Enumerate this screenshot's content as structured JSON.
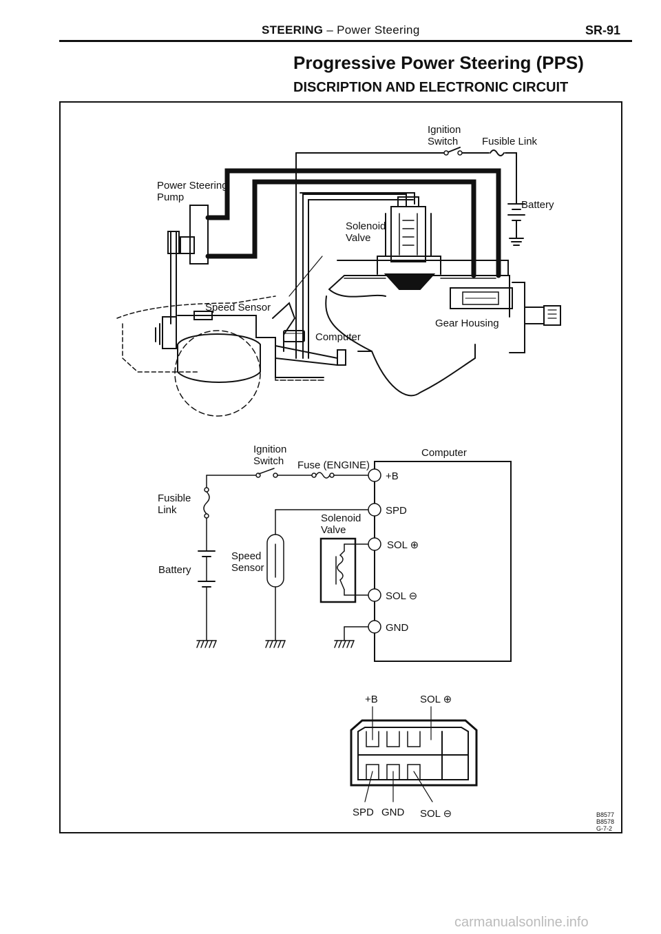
{
  "header": {
    "section": "STEERING",
    "separator": "–",
    "subsection": "Power Steering",
    "page_number": "SR-91"
  },
  "title": "Progressive Power Steering (PPS)",
  "subtitle": "DISCRIPTION AND ELECTRONIC CIRCUIT",
  "illustration": {
    "labels": {
      "ignition_switch": "Ignition\nSwitch",
      "ignition_line1": "Ignition",
      "ignition_line2": "Switch",
      "fusible_link": "Fusible Link",
      "power_steering_pump_1": "Power Steering",
      "power_steering_pump_2": "Pump",
      "battery": "Battery",
      "solenoid_valve_1": "Solenoid",
      "solenoid_valve_2": "Valve",
      "speed_sensor": "Speed Sensor",
      "computer": "Computer",
      "gear_housing": "Gear Housing"
    }
  },
  "circuit": {
    "ignition_line1": "Ignition",
    "ignition_line2": "Switch",
    "fuse": "Fuse (ENGINE)",
    "computer": "Computer",
    "fusible_link_1": "Fusible",
    "fusible_link_2": "Link",
    "battery": "Battery",
    "speed_sensor_1": "Speed",
    "speed_sensor_2": "Sensor",
    "solenoid_valve_1": "Solenoid",
    "solenoid_valve_2": "Valve",
    "terminals": [
      "+B",
      "SPD",
      "SOL ⊕",
      "SOL ⊖",
      "GND"
    ]
  },
  "connector": {
    "top_labels": [
      "+B",
      "SOL ⊕"
    ],
    "bottom_labels": [
      "SPD",
      "GND",
      "SOL ⊖"
    ]
  },
  "figure_codes": [
    "B8577",
    "B8578",
    "G-7-2"
  ],
  "watermark": "carmanualsonline.info"
}
